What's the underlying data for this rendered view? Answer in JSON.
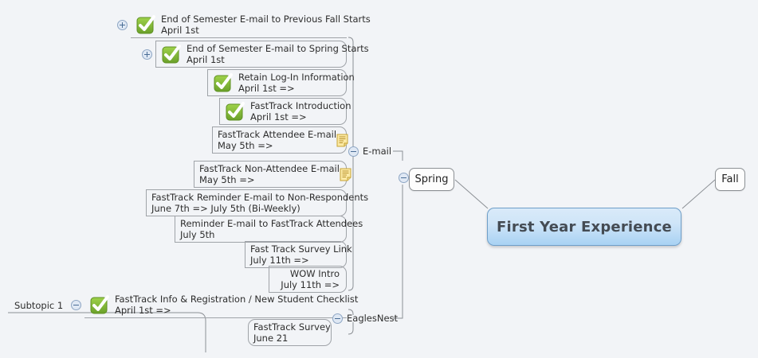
{
  "document": {
    "type": "mind-map",
    "background_color": "#f2f4f7",
    "central_topic": "First Year Experience",
    "central_colors": {
      "fill_top": "#d9eaf9",
      "fill_bottom": "#a9d2f3",
      "border": "#6f9fc9",
      "text": "#444b53"
    }
  },
  "branches": {
    "spring": {
      "label": "Spring",
      "toggle": "minus-circle-icon"
    },
    "fall": {
      "label": "Fall"
    },
    "email": {
      "label": "E-mail",
      "toggle": "minus-circle-icon"
    },
    "eaglesnest": {
      "label": "EaglesNest",
      "toggle": "minus-circle-icon"
    },
    "subtopic1": {
      "label": "Subtopic 1"
    }
  },
  "email_topics": [
    {
      "title": "End of Semester E-mail to Previous Fall Starts",
      "date": "April 1st",
      "icon": "green-check-icon",
      "toggle": "plus-circle-icon",
      "note": false
    },
    {
      "title": "End of Semester E-mail to Spring Starts",
      "date": "April 1st",
      "icon": "green-check-icon",
      "toggle": "plus-circle-icon",
      "note": false
    },
    {
      "title": "Retain Log-In Information",
      "date": "April 1st =>",
      "icon": "green-check-icon",
      "toggle": null,
      "note": false
    },
    {
      "title": "FastTrack Introduction",
      "date": "April 1st =>",
      "icon": "green-check-icon",
      "toggle": null,
      "note": false
    },
    {
      "title": "FastTrack Attendee E-mail",
      "date": "May 5th =>",
      "icon": null,
      "toggle": null,
      "note": "note-icon"
    },
    {
      "title": "FastTrack Non-Attendee E-mail",
      "date": "May 5th =>",
      "icon": null,
      "toggle": null,
      "note": "note-icon"
    },
    {
      "title": "FastTrack Reminder E-mail to Non-Respondents",
      "date": "June 7th => July 5th (Bi-Weekly)",
      "icon": null,
      "toggle": null,
      "note": false
    },
    {
      "title": "Reminder E-mail to FastTrack Attendees",
      "date": "July 5th",
      "icon": null,
      "toggle": null,
      "note": false
    },
    {
      "title": "Fast Track Survey Link",
      "date": "July 11th =>",
      "icon": null,
      "toggle": null,
      "note": false
    },
    {
      "title": "WOW Intro",
      "date": "July 11th =>",
      "icon": null,
      "toggle": null,
      "note": false
    }
  ],
  "eaglesnest_topics": [
    {
      "title": "FastTrack Info & Registration / New Student Checklist",
      "date": "April 1st =>",
      "icon": "green-check-icon",
      "toggle": "minus-circle-icon",
      "note": false
    },
    {
      "title": "FastTrack Survey",
      "date": "June 21",
      "icon": null,
      "toggle": null,
      "note": false
    }
  ]
}
